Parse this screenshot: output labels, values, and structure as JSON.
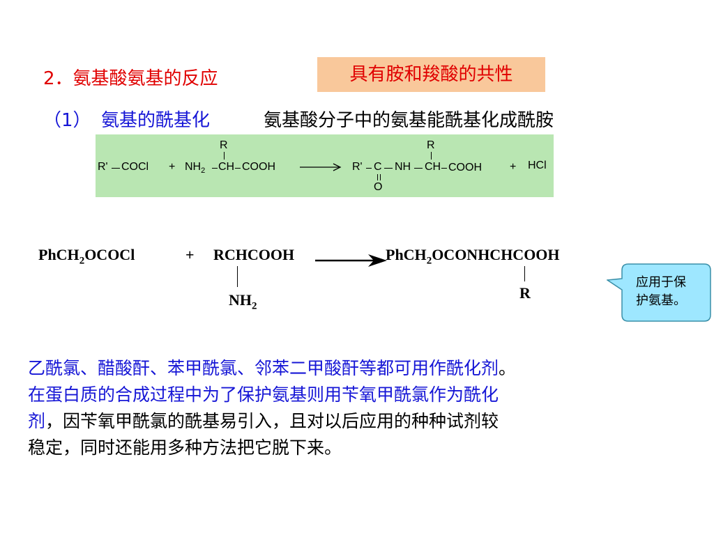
{
  "heading": {
    "number": "2．",
    "title": "氨基酸氨基的反应",
    "badge": "具有胺和羧酸的共性"
  },
  "subheading": {
    "number": "（1）",
    "title": "氨基的酰基化",
    "description": "氨基酸分子中的氨基能酰基化成酰胺"
  },
  "reaction1": {
    "reactant1": "R'",
    "reactant1_group": "COCl",
    "plus1": "+",
    "amine": "NH",
    "amine_sub": "2",
    "ch": "CH",
    "cooh": "COOH",
    "r_top": "R",
    "product_r": "R'",
    "product_c": "C",
    "product_nh": "NH",
    "product_ch": "CH",
    "product_cooh": "COOH",
    "product_r_top": "R",
    "product_o": "O",
    "plus2": "+",
    "byproduct": "HCl",
    "background": "#b9e6b2"
  },
  "reaction2": {
    "reagent_a": "PhCH",
    "reagent_a_sub": "2",
    "reagent_b": "OCOCl",
    "plus": "+",
    "amino_acid": "RCHCOOH",
    "amino_nh": "NH",
    "amino_nh_sub": "2",
    "product_a": "PhCH",
    "product_a_sub": "2",
    "product_b": "OCONHCHCOOH",
    "product_r": "R"
  },
  "callout": {
    "line1": "应用于保",
    "line2": "护氨基。",
    "fill": "#9ee7ff",
    "stroke": "#3a8fa8"
  },
  "paragraph": {
    "blue_1": "乙酰氯、醋酸酐、苯甲酰氯、邻苯二甲酸酐等都可用作酰化剂",
    "black_1": "。",
    "blue_2": "在蛋白质的合成过程中为了保护氨基则用苄氧甲酰氯作为酰化",
    "blue_3": "剂",
    "black_3": "，因苄氧甲酰氯的酰基易引入，且对以后应用的种种试剂较",
    "black_4": "稳定，同时还能用多种方法把它脱下来。"
  },
  "colors": {
    "red": "#e00000",
    "blue": "#1616d6",
    "badge": "#f9c89b"
  }
}
